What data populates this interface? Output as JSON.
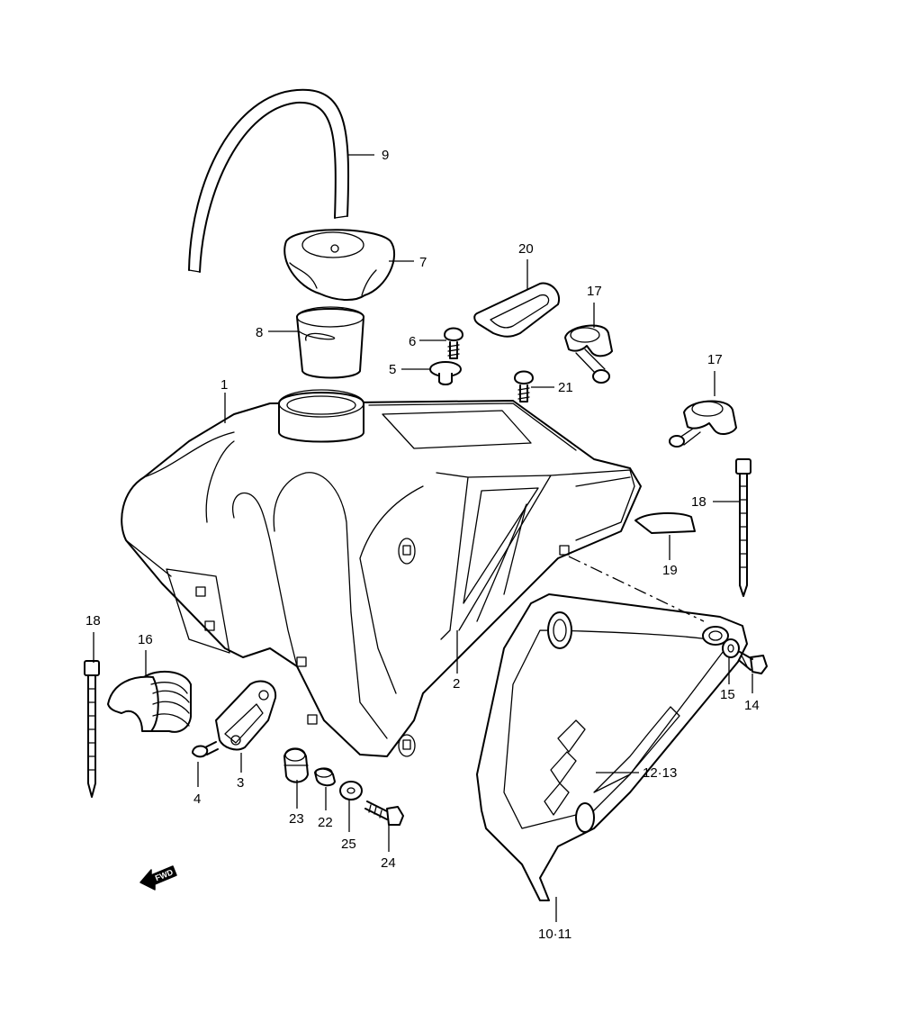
{
  "diagram": {
    "fwd_label": "FWD",
    "callouts": [
      {
        "id": "c1",
        "text": "1"
      },
      {
        "id": "c2",
        "text": "2"
      },
      {
        "id": "c3",
        "text": "3"
      },
      {
        "id": "c4",
        "text": "4"
      },
      {
        "id": "c5",
        "text": "5"
      },
      {
        "id": "c6",
        "text": "6"
      },
      {
        "id": "c7",
        "text": "7"
      },
      {
        "id": "c8",
        "text": "8"
      },
      {
        "id": "c9",
        "text": "9"
      },
      {
        "id": "c10",
        "text": "10·11"
      },
      {
        "id": "c12",
        "text": "12·13"
      },
      {
        "id": "c14",
        "text": "14"
      },
      {
        "id": "c15",
        "text": "15"
      },
      {
        "id": "c16",
        "text": "16"
      },
      {
        "id": "c17a",
        "text": "17"
      },
      {
        "id": "c17b",
        "text": "17"
      },
      {
        "id": "c18a",
        "text": "18"
      },
      {
        "id": "c18b",
        "text": "18"
      },
      {
        "id": "c19",
        "text": "19"
      },
      {
        "id": "c20",
        "text": "20"
      },
      {
        "id": "c21",
        "text": "21"
      },
      {
        "id": "c22",
        "text": "22"
      },
      {
        "id": "c23",
        "text": "23"
      },
      {
        "id": "c24",
        "text": "24"
      },
      {
        "id": "c25",
        "text": "25"
      }
    ]
  }
}
